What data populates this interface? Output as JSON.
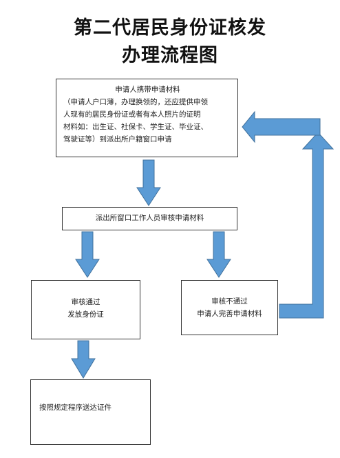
{
  "title": {
    "line1": "第二代居民身份证核发",
    "line2": "办理流程图"
  },
  "steps": {
    "apply": {
      "line1": "申请人携带申请材料",
      "line2": "（申请人户口薄，办理换领的，还应提供申领",
      "line3": "人现有的居民身份证或者有本人照片的证明",
      "line4": "材料如：出生证、社保卡、学生证、毕业证、",
      "line5": "驾驶证等）到派出所户籍窗口申请"
    },
    "review": "派出所窗口工作人员审核申请材料",
    "pass": {
      "line1": "审核通过",
      "line2": "发放身份证"
    },
    "fail": {
      "line1": "审核不通过",
      "line2": "申请人完善申请材料"
    },
    "deliver": "按照规定程序送达证件"
  },
  "colors": {
    "arrow_fill": "#5b9bd5",
    "arrow_stroke": "#41719c",
    "box_border": "#333333"
  }
}
